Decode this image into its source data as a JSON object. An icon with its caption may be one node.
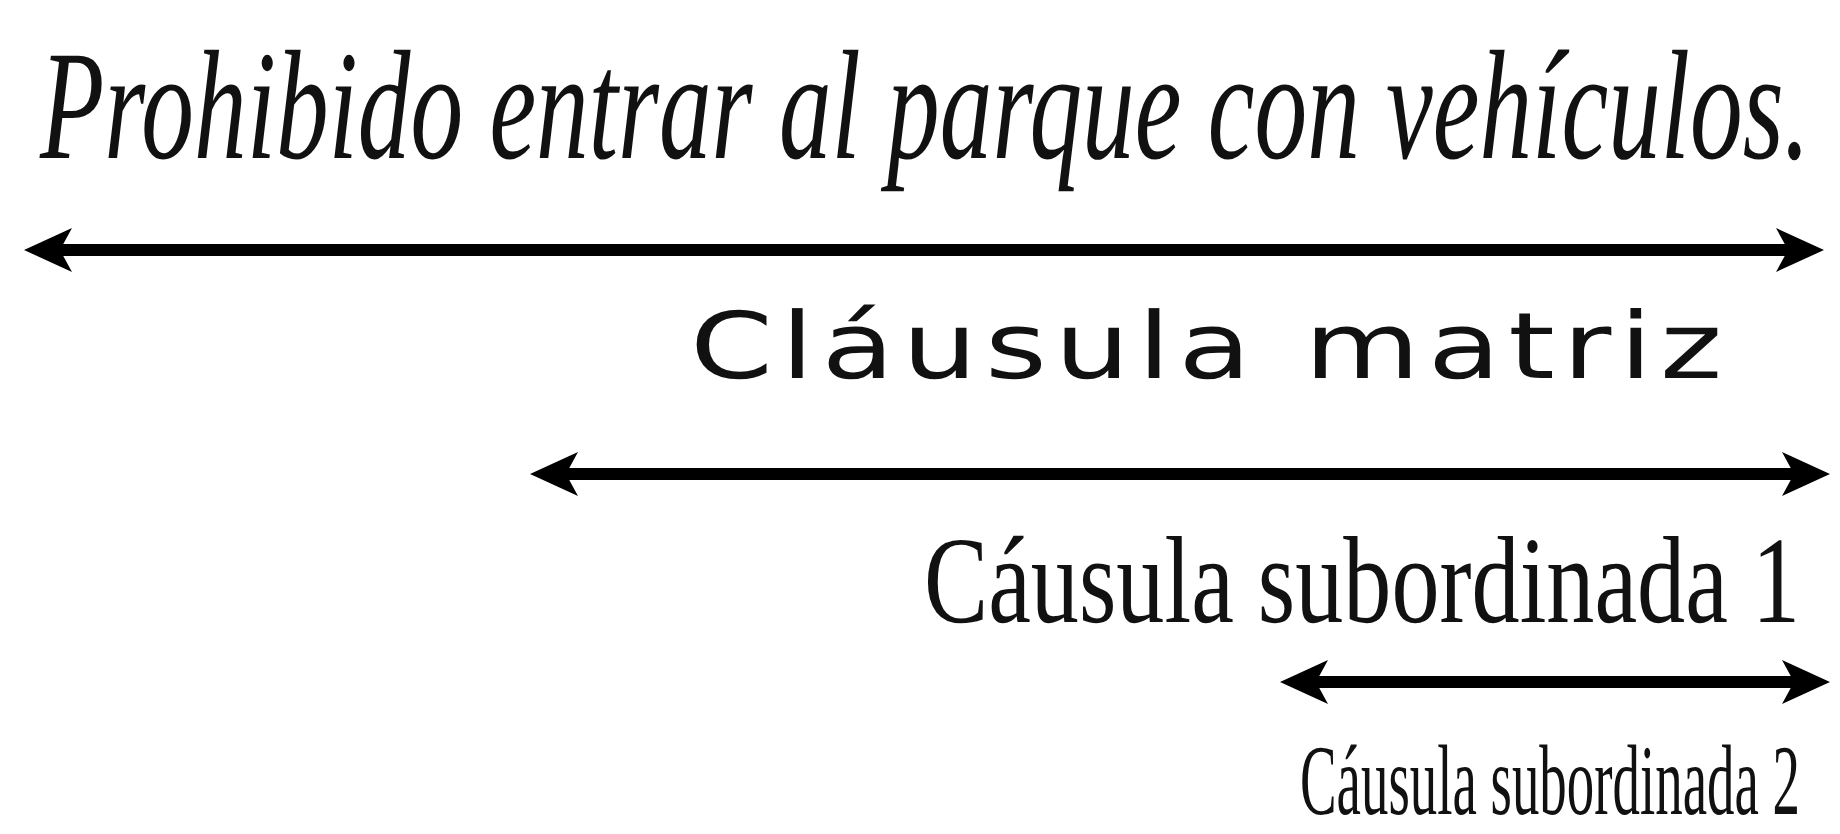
{
  "diagram": {
    "labels": [
      "Prohibido entrar al parque con vehículos.",
      "Cláusula matriz",
      "Cáusula subordinada 1",
      "Cáusula subordinada 2"
    ]
  }
}
